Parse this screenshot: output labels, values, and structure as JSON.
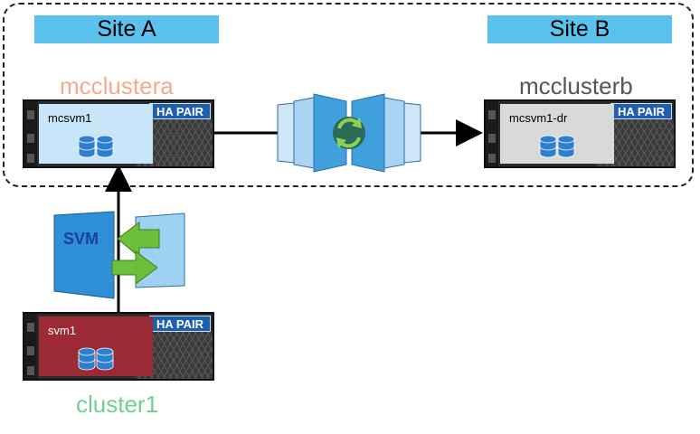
{
  "sites": {
    "a": "Site A",
    "b": "Site B"
  },
  "clusters": {
    "mcclustera": {
      "name": "mcclustera",
      "svm": "mcsvm1",
      "badge": "HA PAIR"
    },
    "mcclusterb": {
      "name": "mcclusterb",
      "svm": "mcsvm1-dr",
      "badge": "HA PAIR"
    },
    "cluster1": {
      "name": "cluster1",
      "svm": "svm1",
      "badge": "HA PAIR"
    }
  },
  "svm_migrate_label": "SVM",
  "colors": {
    "site_label_bg": "#5bc2ee",
    "ha_badge": "#1f5fae",
    "mcclustera_name": "#f5a98c",
    "mcclusterb_name": "#555555",
    "cluster1_name": "#6fcf97",
    "svm_panel_a": "#c7e6fa",
    "svm_panel_b": "#d9d9d9",
    "svm_panel_1": "#9b2a35",
    "arrow_green": "#7cc242"
  },
  "icons": [
    "database-icon",
    "sync-icon",
    "replication-icon",
    "svm-migrate-icon"
  ]
}
